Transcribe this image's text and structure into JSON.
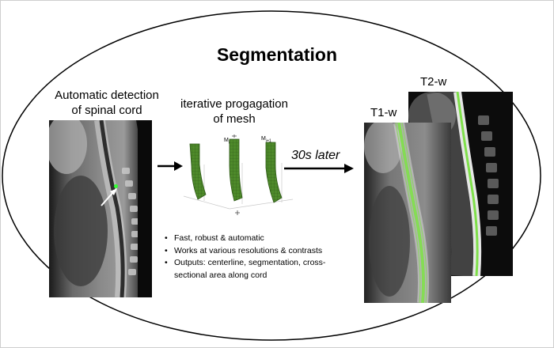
{
  "title": "Segmentation",
  "detection": {
    "line1": "Automatic detection",
    "line2": "of spinal cord"
  },
  "propagation": {
    "line1": "iterative progagation",
    "line2": "of mesh",
    "label_mi": "M",
    "sub_mi": "i",
    "label_mi1": "M",
    "sub_mi1": "i+1"
  },
  "later_label": "30s later",
  "bullets": [
    "Fast, robust & automatic",
    "Works at various resolutions & contrasts",
    "Outputs: centerline, segmentation, cross-sectional area along cord"
  ],
  "t1_label": "T1-w",
  "t2_label": "T2-w",
  "colors": {
    "mesh_green": "#4e8a2a",
    "overlay_green": "#7fe04a",
    "marker_green": "#33ff33"
  }
}
